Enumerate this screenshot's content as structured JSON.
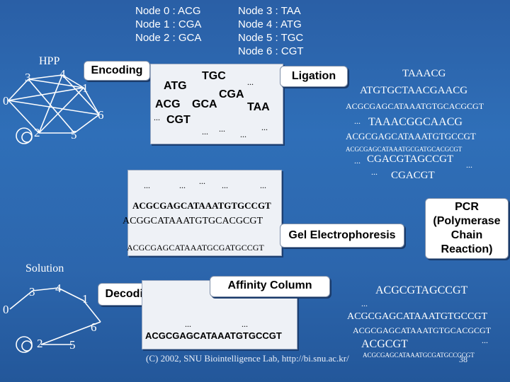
{
  "node_labels": [
    "Node 0 : ACG",
    "Node 1 : CGA",
    "Node 2 : GCA",
    "Node 3 : TAA",
    "Node 4 : ATG",
    "Node 5 : TGC",
    "Node 6 : CGT"
  ],
  "graphs": {
    "hpp_title": "HPP",
    "solution_title": "Solution",
    "node_ids": [
      "0",
      "1",
      "2",
      "3",
      "4",
      "5",
      "6"
    ]
  },
  "steps": {
    "encoding": "Encoding",
    "ligation": "Ligation",
    "gel": "Gel Electrophoresis",
    "pcr": "PCR (Polymerase Chain Reaction)",
    "affinity": "Affinity Column",
    "decoding": "Decoding"
  },
  "encoding_panel": {
    "words": [
      "TGC",
      "ATG",
      "CGA",
      "ACG",
      "GCA",
      "TAA",
      "CGT"
    ],
    "dots": "..."
  },
  "ligation_seqs": [
    "TAAACG",
    "ATGTGCTAACGAACG",
    "ACGCGAGCATAAATGTGCACGCGT",
    "TAAACGGCAACG",
    "ACGCGAGCATAAATGTGCCGT",
    "ACGCGAGCATAAATGCGATGCACGCGT",
    "CGACGTAGCCGT",
    "CGACGT"
  ],
  "gel_seqs": [
    "ACGCGAGCATAAATGTGCCGT",
    "ACGGCATAAATGTGCACGCGT",
    "ACGCGAGCATAAATGCGATGCCGT"
  ],
  "pcr_seqs": [
    "ACGCGTAGCCGT",
    "ACGCGAGCATAAATGTGCCGT",
    "ACGCGAGCATAAATGTGCACGCGT",
    "ACGCGT",
    "ACGCGAGCATAAATGCGATGCCGCGT"
  ],
  "affinity_seq": "ACGCGAGCATAAATGTGCCGT",
  "footer": "(C) 2002, SNU Biointelligence Lab, http://bi.snu.ac.kr/",
  "page_number": "38",
  "colors": {
    "background": "#2c66ad",
    "panel": "#eef1f6",
    "label_box": "#ffffff"
  }
}
